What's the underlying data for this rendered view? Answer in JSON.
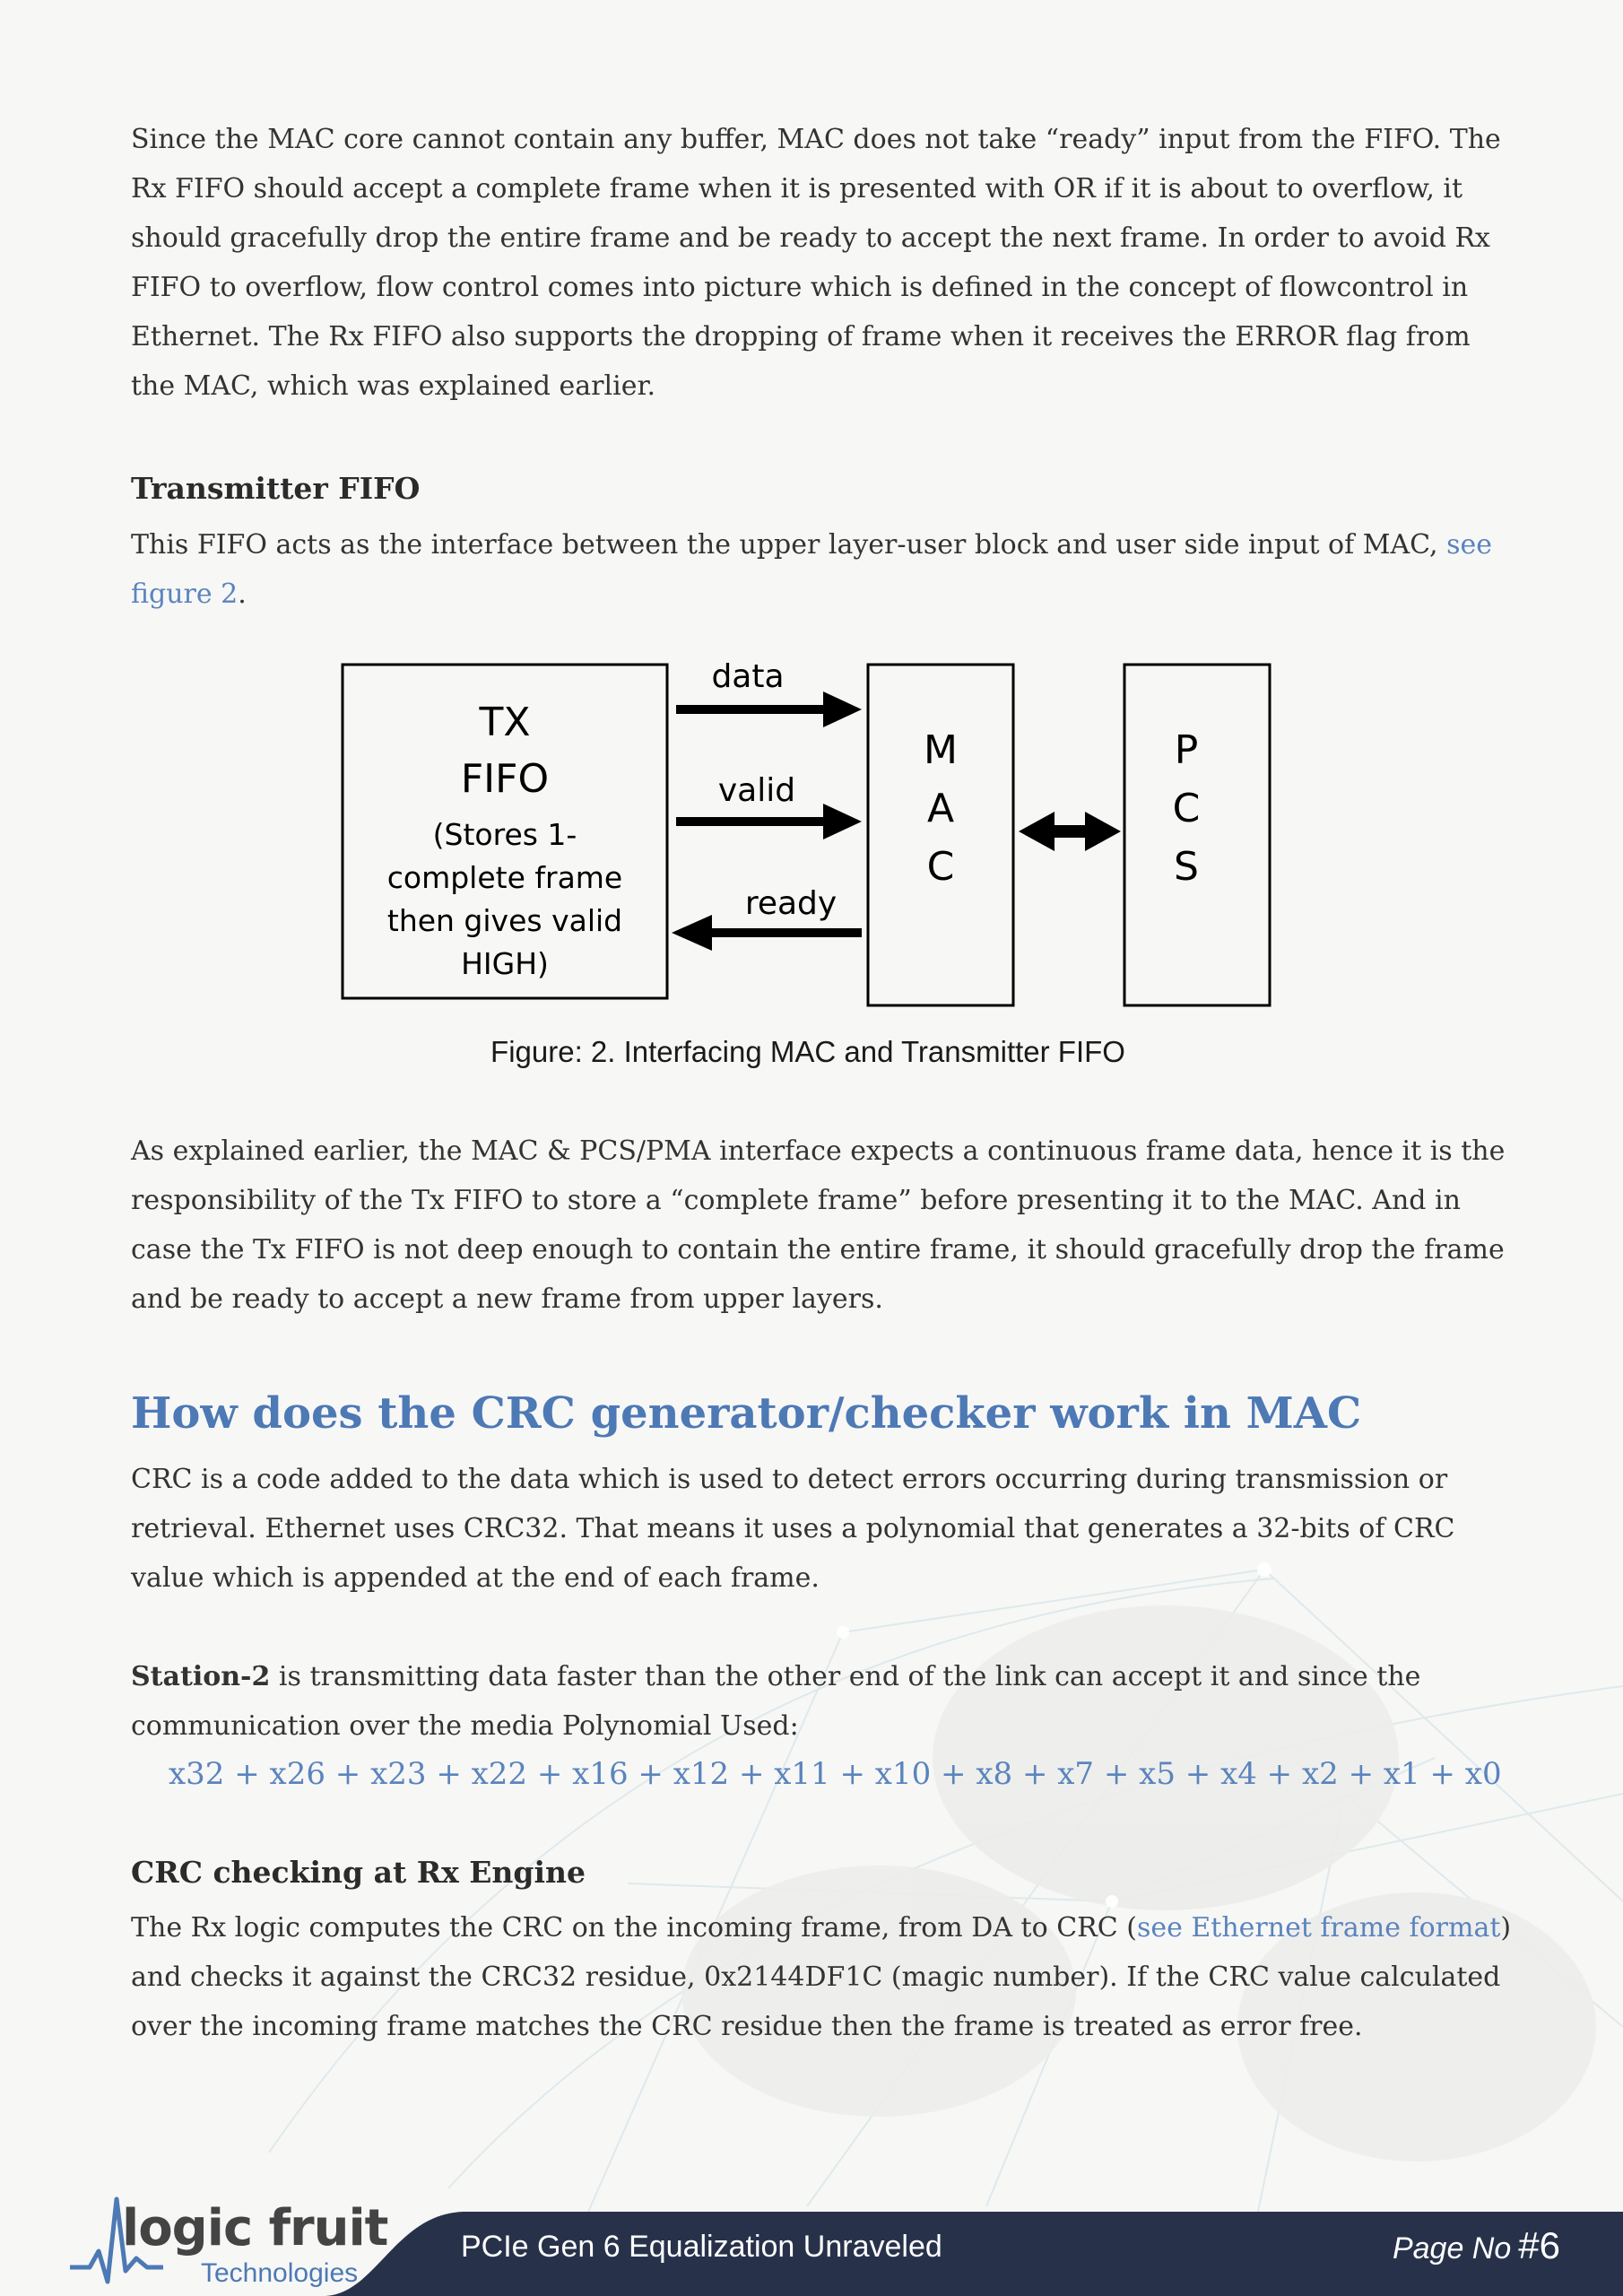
{
  "intro": {
    "text": "Since the MAC core cannot contain any buffer, MAC does not take “ready” input from the FIFO. The Rx FIFO should accept a complete frame when it is presented with OR if it is about to overflow, it should gracefully drop the entire frame and be ready to accept the next frame. In order to avoid Rx FIFO to overflow, flow control comes into picture which is defined in the concept of flowcontrol in Ethernet. The Rx FIFO also supports the dropping of frame when it receives the ERROR flag from the MAC, which was explained earlier."
  },
  "transmitter": {
    "heading": "Transmitter FIFO",
    "text_before_link": "This FIFO acts as the interface between the upper layer-user block and user side input of MAC, ",
    "link": "see figure 2",
    "text_after_link": "."
  },
  "figure": {
    "tx_line1": "TX",
    "tx_line2": "FIFO",
    "tx_note1": "(Stores 1-",
    "tx_note2": "complete frame",
    "tx_note3": "then gives valid",
    "tx_note4": "HIGH)",
    "label_data": "data",
    "label_valid": "valid",
    "label_ready": "ready",
    "mac_letters": [
      "M",
      "A",
      "C"
    ],
    "pcs_letters": [
      "P",
      "C",
      "S"
    ],
    "caption": "Figure: 2. Interfacing MAC and Transmitter FIFO"
  },
  "explained": {
    "text": "As explained earlier, the MAC & PCS/PMA interface expects a continuous frame data, hence it is the responsibility of the Tx FIFO to store a “complete frame” before presenting it to the MAC. And in case the Tx FIFO is not deep enough to contain the entire frame, it should gracefully drop the frame and be ready to accept a new frame from upper layers."
  },
  "crc": {
    "heading": "How does the CRC generator/checker work in MAC",
    "text": "CRC is a code added to the data which is used to detect errors occurring during transmission or retrieval. Ethernet uses CRC32. That means it uses a polynomial that generates a 32-bits of CRC value which is appended at the end of each frame.",
    "station_bold": "Station-2",
    "station_text": " is transmitting data faster than the other end of the link can accept it and since the communication over the media Polynomial Used:",
    "polynomial": "x32 + x26 + x23 + x22 + x16 + x12 + x11 + x10 + x8 + x7 + x5 + x4 + x2 + x1 + x0"
  },
  "rx_engine": {
    "heading": "CRC checking at Rx Engine",
    "text_before_link": "The Rx logic computes the CRC on the incoming frame, from DA to CRC (",
    "link": "see Ethernet frame format",
    "text_after_link": ") and checks it against the CRC32 residue, 0x2144DF1C (magic number). If the CRC value calculated over the incoming frame matches the CRC residue then the frame is treated as error free."
  },
  "footer": {
    "logo_main": "logic fruit",
    "logo_sub": "Technologies",
    "title": "PCIe Gen 6 Equalization Unraveled",
    "page_label": "Page No",
    "page_number": "#6"
  },
  "colors": {
    "background": "#f7f7f6",
    "heading_blue": "#4d79b5",
    "link_blue": "#5b84bd",
    "footer_navy": "#27324a"
  }
}
